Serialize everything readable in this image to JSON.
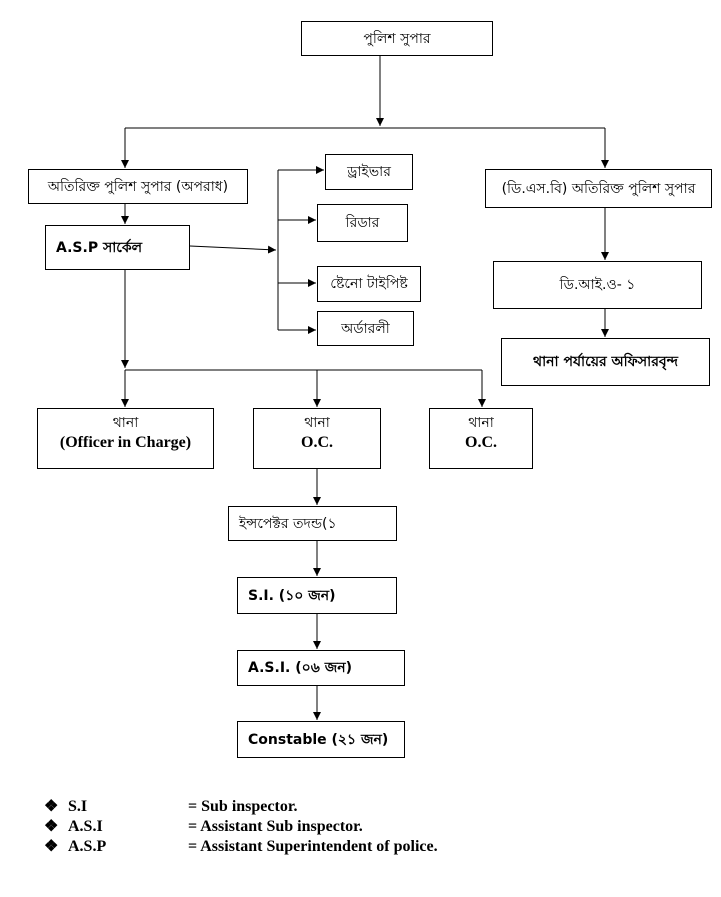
{
  "nodes": {
    "sp": {
      "line1": "পুলিশ সুপার"
    },
    "add_sp_crime": {
      "line1": "অতিরিক্ত পুলিশ সুপার (অপরাধ)"
    },
    "asp_circle": {
      "line1": "A.S.P সার্কেল"
    },
    "driver": {
      "line1": "ড্রাইভার"
    },
    "reader": {
      "line1": "রিডার"
    },
    "steno": {
      "line1": "ষ্টেনো টাইপিষ্ট"
    },
    "orderly": {
      "line1": "অর্ডারলী"
    },
    "dsb_add_sp": {
      "line1": "(ডি.এস.বি) অতিরিক্ত পুলিশ সুপার"
    },
    "dio1": {
      "line1": "ডি.আই.ও- ১"
    },
    "thana_officers": {
      "line1": "থানা পর্যায়ের অফিসারবৃন্দ"
    },
    "thana_oic": {
      "line1": "থানা",
      "line2": "(Officer in Charge)"
    },
    "thana_oc_1": {
      "line1": "থানা",
      "line2": "O.C."
    },
    "thana_oc_2": {
      "line1": "থানা",
      "line2": "O.C."
    },
    "inspector": {
      "line1": "ইন্সপেক্টর তদন্ড(১"
    },
    "si": {
      "line1": "S.I. (১০ জন)"
    },
    "asi": {
      "line1": "A.S.I. (০৬ জন)"
    },
    "constable": {
      "line1": "Constable (২১ জন)"
    }
  },
  "legend": [
    {
      "bullet": "❖",
      "abbr": "S.I",
      "definition": "= Sub inspector."
    },
    {
      "bullet": "❖",
      "abbr": "A.S.I",
      "definition": "= Assistant Sub inspector."
    },
    {
      "bullet": "❖",
      "abbr": "A.S.P",
      "definition": "= Assistant Superintendent of police."
    }
  ]
}
